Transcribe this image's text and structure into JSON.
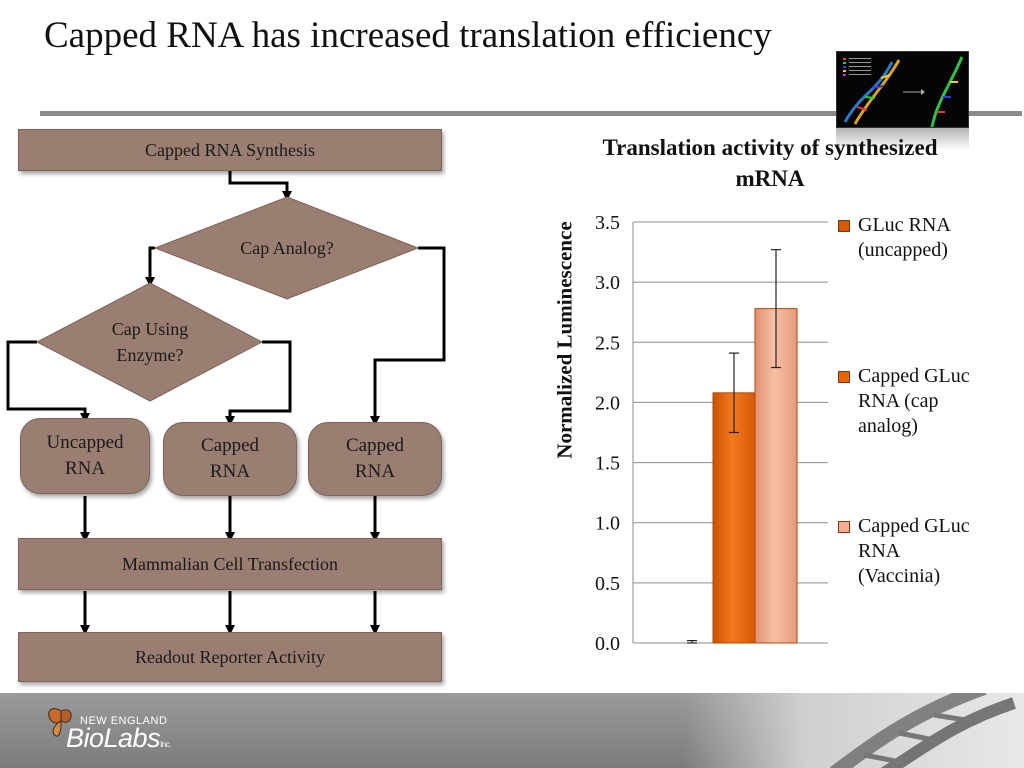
{
  "slide": {
    "title": "Capped RNA has increased translation efficiency"
  },
  "flowchart": {
    "synthesis": "Capped RNA Synthesis",
    "cap_analog": "Cap Analog?",
    "cap_enzyme": "Cap Using\nEnzyme?",
    "uncapped": "Uncapped\nRNA",
    "capped_enzyme": "Capped\nRNA",
    "capped_analog": "Capped\nRNA",
    "transfection": "Mammalian Cell Transfection",
    "readout": "Readout Reporter Activity"
  },
  "chart_data": {
    "type": "bar",
    "title": "Translation activity of synthesized mRNA",
    "xlabel": "",
    "ylabel": "Normalized Luminescence",
    "ylim": [
      0,
      3.5
    ],
    "y_ticks": [
      "0.0",
      "0.5",
      "1.0",
      "1.5",
      "2.0",
      "2.5",
      "3.0",
      "3.5"
    ],
    "grid": true,
    "legend_position": "right",
    "series": [
      {
        "name": "GLuc RNA (uncapped)",
        "legend_label": "GLuc RNA\n(uncapped)",
        "value": 0.01,
        "error": 0.01,
        "color": "#e8620a"
      },
      {
        "name": "Capped GLuc RNA (cap analog)",
        "legend_label": "Capped GLuc\nRNA (cap\nanalog)",
        "value": 2.08,
        "error": 0.33,
        "color": "#f07015"
      },
      {
        "name": "Capped GLuc RNA (Vaccinia)",
        "legend_label": "Capped GLuc\nRNA\n(Vaccinia)",
        "value": 2.78,
        "error": 0.49,
        "color": "#f2ad8f"
      }
    ]
  },
  "footer": {
    "logo_top": "NEW ENGLAND",
    "logo_main": "BioLabs",
    "logo_sub": "Inc.",
    "icons": [
      "butterfly-logo-icon",
      "dna-helix-photo"
    ]
  }
}
